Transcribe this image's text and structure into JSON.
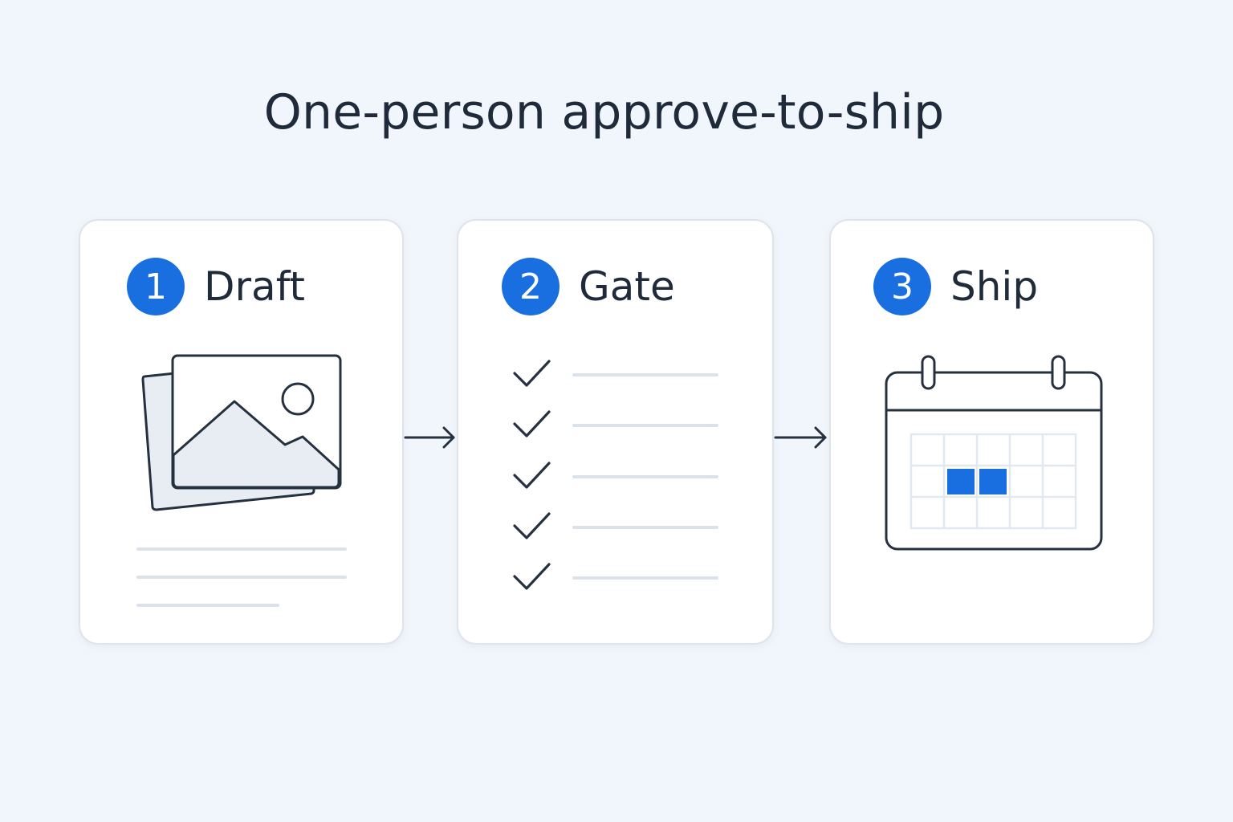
{
  "title": "One-person approve-to-ship",
  "colors": {
    "accent": "#1a6fe0",
    "ink": "#1f2a3a",
    "line": "#dde3eb",
    "background": "#f1f6fc"
  },
  "steps": [
    {
      "number": "1",
      "label": "Draft",
      "icon": "image-stack-icon"
    },
    {
      "number": "2",
      "label": "Gate",
      "icon": "checklist-icon"
    },
    {
      "number": "3",
      "label": "Ship",
      "icon": "calendar-icon"
    }
  ],
  "connectors": [
    "arrow-right-icon",
    "arrow-right-icon"
  ]
}
